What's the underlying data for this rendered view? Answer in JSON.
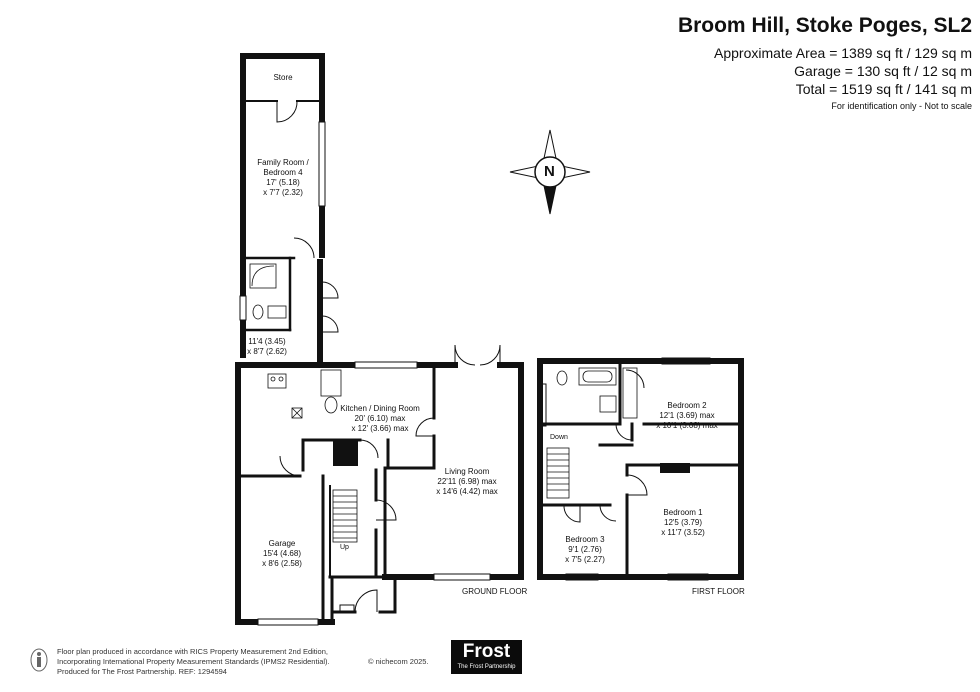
{
  "header": {
    "title": "Broom Hill, Stoke Poges, SL2",
    "area_lines": [
      "Approximate Area = 1389 sq ft / 129 sq m",
      "Garage = 130 sq ft / 12 sq m",
      "Total = 1519 sq ft / 141 sq m"
    ],
    "note": "For identification only - Not to scale"
  },
  "compass": {
    "label": "N"
  },
  "ground_floor": {
    "label": "GROUND FLOOR",
    "rooms": {
      "store": [
        "Store"
      ],
      "family": [
        "Family Room /",
        "Bedroom 4",
        "17' (5.18)",
        "x 7'7 (2.32)"
      ],
      "utility": [
        "11'4 (3.45)",
        "x 8'7 (2.62)"
      ],
      "kitchen": [
        "Kitchen / Dining Room",
        "20' (6.10) max",
        "x 12' (3.66) max"
      ],
      "living": [
        "Living Room",
        "22'11 (6.98) max",
        "x 14'6 (4.42) max"
      ],
      "garage": [
        "Garage",
        "15'4 (4.68)",
        "x 8'6 (2.58)"
      ]
    },
    "stairs_label": "Up"
  },
  "first_floor": {
    "label": "FIRST FLOOR",
    "rooms": {
      "bedroom2": [
        "Bedroom 2",
        "12'1 (3.69) max",
        "x 10'1 (3.08) max"
      ],
      "bedroom1": [
        "Bedroom 1",
        "12'5 (3.79)",
        "x 11'7 (3.52)"
      ],
      "bedroom3": [
        "Bedroom 3",
        "9'1 (2.76)",
        "x 7'5 (2.27)"
      ]
    },
    "stairs_label": "Down"
  },
  "footer": {
    "lines": [
      "Floor plan produced in accordance with RICS Property Measurement 2nd Edition,",
      "Incorporating International Property Measurement Standards (IPMS2 Residential).",
      "Produced for The Frost Partnership.   REF:  1294594"
    ],
    "copyright": "© nichecom 2025.",
    "logo_brand": "Frost",
    "logo_tagline": "The Frost Partnership"
  }
}
